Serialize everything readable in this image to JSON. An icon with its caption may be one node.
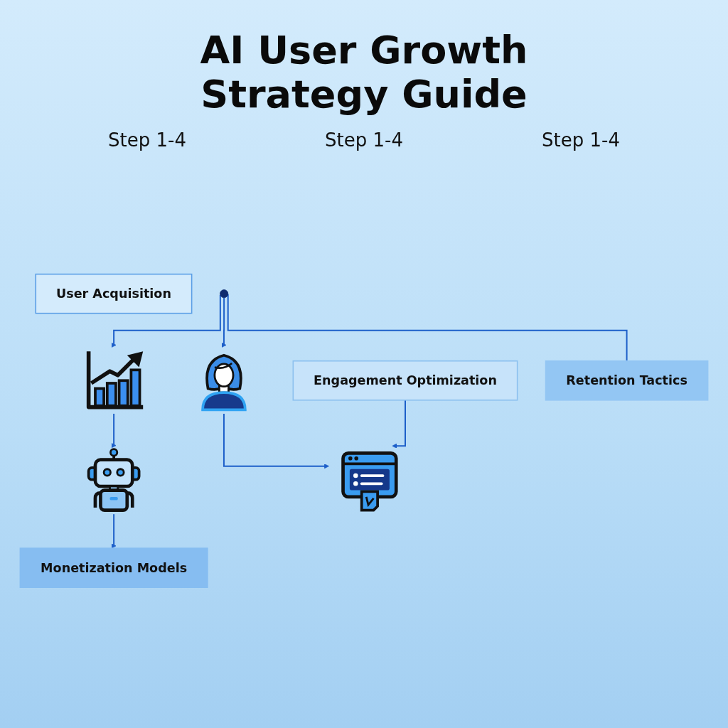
{
  "diagram": {
    "title": "AI User Growth Strategy Guide",
    "nodes": [
      {
        "text": [],
        "shape": "picture"
      },
      {
        "text": [],
        "shape": "picture"
      },
      {
        "text": [
          "User Acquisition"
        ]
      },
      {
        "text": [
          "Engagement Optimization"
        ]
      },
      {
        "text": [],
        "shape": "circle"
      },
      {
        "text": [],
        "shape": "picture"
      },
      {
        "text": [],
        "shape": "picture"
      },
      {
        "text": [
          "Retention Tactics"
        ]
      },
      {
        "text": [
          "Monetization Models"
        ]
      }
    ],
    "edges": [
      {
        "from": 4,
        "to": 0,
        "arrow": "to"
      },
      {
        "from": 0,
        "to": 1,
        "arrow": "to"
      },
      {
        "from": 1,
        "to": 8,
        "arrow": "to"
      },
      {
        "from": 4,
        "to": 5,
        "arrow": "to"
      },
      {
        "from": 5,
        "to": 6,
        "arrow": "to"
      },
      {
        "from": 3,
        "to": 6,
        "arrow": "to"
      },
      {
        "from": 4,
        "to": 7,
        "arrow": "none"
      }
    ],
    "labels": [
      "Step 1-4",
      "Step 1-4",
      "Step 1-4"
    ]
  }
}
